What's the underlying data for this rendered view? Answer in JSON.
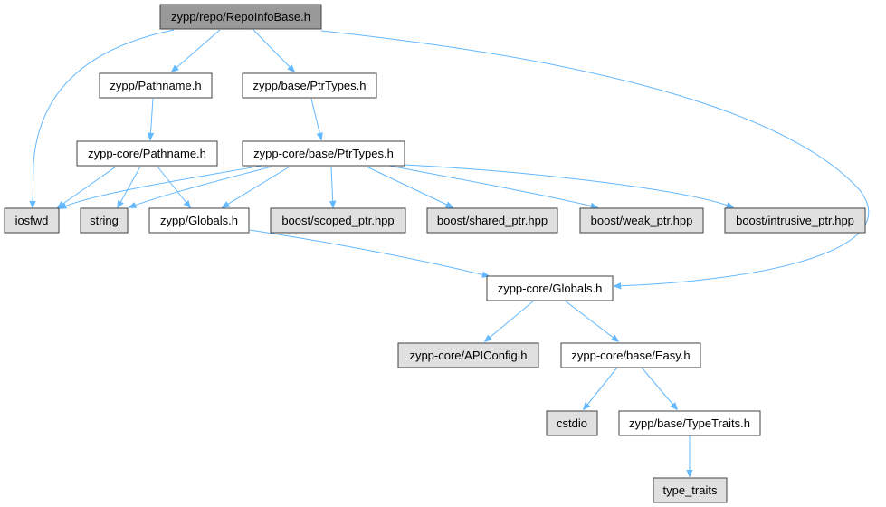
{
  "graph": {
    "edge_color": "#63b8ff",
    "nodes": [
      {
        "id": "repoinfobase",
        "label": "zypp/repo/RepoInfoBase.h",
        "style": "root"
      },
      {
        "id": "pathname",
        "label": "zypp/Pathname.h",
        "style": "normal"
      },
      {
        "id": "base-ptrtypes",
        "label": "zypp/base/PtrTypes.h",
        "style": "normal"
      },
      {
        "id": "core-pathname",
        "label": "zypp-core/Pathname.h",
        "style": "normal"
      },
      {
        "id": "core-ptrtypes",
        "label": "zypp-core/base/PtrTypes.h",
        "style": "normal"
      },
      {
        "id": "iosfwd",
        "label": "iosfwd",
        "style": "external"
      },
      {
        "id": "string",
        "label": "string",
        "style": "external"
      },
      {
        "id": "zypp-globals",
        "label": "zypp/Globals.h",
        "style": "normal"
      },
      {
        "id": "scoped-ptr",
        "label": "boost/scoped_ptr.hpp",
        "style": "external"
      },
      {
        "id": "shared-ptr",
        "label": "boost/shared_ptr.hpp",
        "style": "external"
      },
      {
        "id": "weak-ptr",
        "label": "boost/weak_ptr.hpp",
        "style": "external"
      },
      {
        "id": "intrusive-ptr",
        "label": "boost/intrusive_ptr.hpp",
        "style": "external"
      },
      {
        "id": "core-globals",
        "label": "zypp-core/Globals.h",
        "style": "normal"
      },
      {
        "id": "apiconfig",
        "label": "zypp-core/APIConfig.h",
        "style": "external"
      },
      {
        "id": "easy",
        "label": "zypp-core/base/Easy.h",
        "style": "normal"
      },
      {
        "id": "cstdio",
        "label": "cstdio",
        "style": "external"
      },
      {
        "id": "typetraits",
        "label": "zypp/base/TypeTraits.h",
        "style": "normal"
      },
      {
        "id": "type-traits",
        "label": "type_traits",
        "style": "external"
      }
    ],
    "edges": [
      {
        "from": "repoinfobase",
        "to": "iosfwd"
      },
      {
        "from": "repoinfobase",
        "to": "pathname"
      },
      {
        "from": "repoinfobase",
        "to": "base-ptrtypes"
      },
      {
        "from": "repoinfobase",
        "to": "core-globals"
      },
      {
        "from": "pathname",
        "to": "core-pathname"
      },
      {
        "from": "base-ptrtypes",
        "to": "core-ptrtypes"
      },
      {
        "from": "core-pathname",
        "to": "iosfwd"
      },
      {
        "from": "core-pathname",
        "to": "string"
      },
      {
        "from": "core-pathname",
        "to": "zypp-globals"
      },
      {
        "from": "core-ptrtypes",
        "to": "iosfwd"
      },
      {
        "from": "core-ptrtypes",
        "to": "string"
      },
      {
        "from": "core-ptrtypes",
        "to": "zypp-globals"
      },
      {
        "from": "core-ptrtypes",
        "to": "scoped-ptr"
      },
      {
        "from": "core-ptrtypes",
        "to": "shared-ptr"
      },
      {
        "from": "core-ptrtypes",
        "to": "weak-ptr"
      },
      {
        "from": "core-ptrtypes",
        "to": "intrusive-ptr"
      },
      {
        "from": "zypp-globals",
        "to": "core-globals"
      },
      {
        "from": "core-globals",
        "to": "apiconfig"
      },
      {
        "from": "core-globals",
        "to": "easy"
      },
      {
        "from": "easy",
        "to": "cstdio"
      },
      {
        "from": "easy",
        "to": "typetraits"
      },
      {
        "from": "typetraits",
        "to": "type-traits"
      }
    ],
    "styles": {
      "root": {
        "fill": "#999999",
        "stroke": "#666666"
      },
      "normal": {
        "fill": "#ffffff",
        "stroke": "#404040"
      },
      "external": {
        "fill": "#e0e0e0",
        "stroke": "#999999"
      }
    }
  }
}
